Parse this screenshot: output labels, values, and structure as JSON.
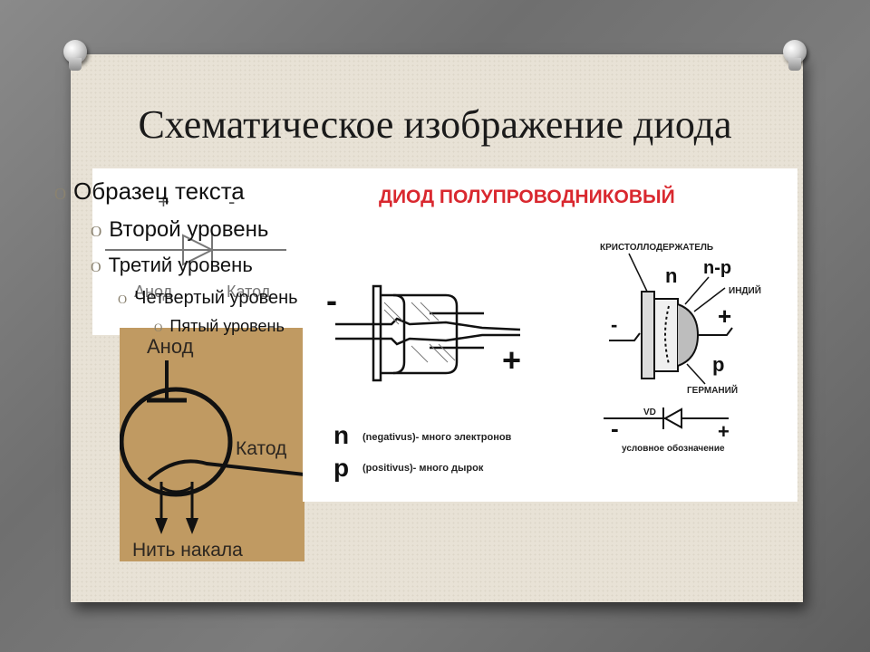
{
  "slide": {
    "title": "Схематическое изображение диода",
    "bullets": [
      {
        "level": 1,
        "text": "Образец текста"
      },
      {
        "level": 2,
        "text": "Второй уровень"
      },
      {
        "level": 3,
        "text": "Третий уровень"
      },
      {
        "level": 4,
        "text": "Четвертый уровень"
      },
      {
        "level": 5,
        "text": "Пятый уровень"
      }
    ],
    "bullet_glyph": "O"
  },
  "symbol_thumb": {
    "plus": "+",
    "minus": "-",
    "anode": "Анод",
    "cathode": "Катод"
  },
  "vacuum_diode": {
    "anode": "Анод",
    "cathode": "Катод",
    "filament": "Нить накала",
    "background_color": "#c09a62"
  },
  "semiconductor": {
    "heading": "ДИОД ПОЛУПРОВОДНИКОВЫЙ",
    "heading_color": "#d9282f",
    "minus": "-",
    "plus": "+",
    "n": "n",
    "n_desc": "(negativus)- много электронов",
    "p": "p",
    "p_desc": "(positivus)- много дырок",
    "crystal_holder": "КРИСТОЛЛОДЕРЖАТЕЛЬ",
    "label_n": "n",
    "label_np": "n-p",
    "indium": "ИНДИЙ",
    "label_p": "p",
    "germanium": "ГЕРМАНИЙ",
    "vd": "VD",
    "symbol_caption": "условное обозначение"
  }
}
